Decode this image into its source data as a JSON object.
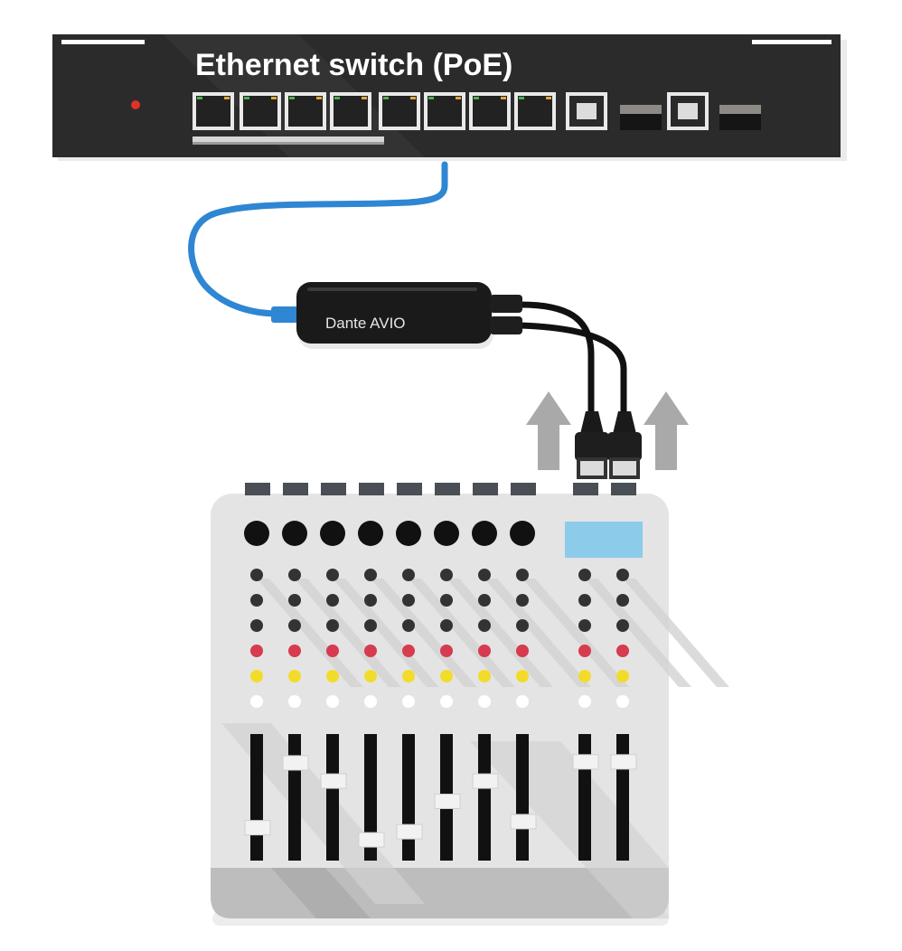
{
  "switch": {
    "title": "Ethernet switch (PoE)",
    "led_color": "#e0312b",
    "body_color": "#2b2b2b"
  },
  "adapter": {
    "label": "Dante AVIO",
    "body_color": "#1a1a1a"
  },
  "cable": {
    "color": "#2f86d2"
  },
  "mixer": {
    "channel_count": 8,
    "master_count": 2,
    "display_color": "#8ccbea",
    "knob_row_colors": [
      "#333333",
      "#333333",
      "#333333",
      "#d63b4f",
      "#f2dc2b",
      "#ffffff"
    ],
    "channel_fader_levels": [
      0.2,
      0.84,
      0.66,
      0.08,
      0.16,
      0.46,
      0.66,
      0.26
    ],
    "master_fader_levels": [
      0.85,
      0.85
    ]
  },
  "arrows": {
    "color": "#a9a9a9",
    "icon": "up-arrow-icon"
  }
}
